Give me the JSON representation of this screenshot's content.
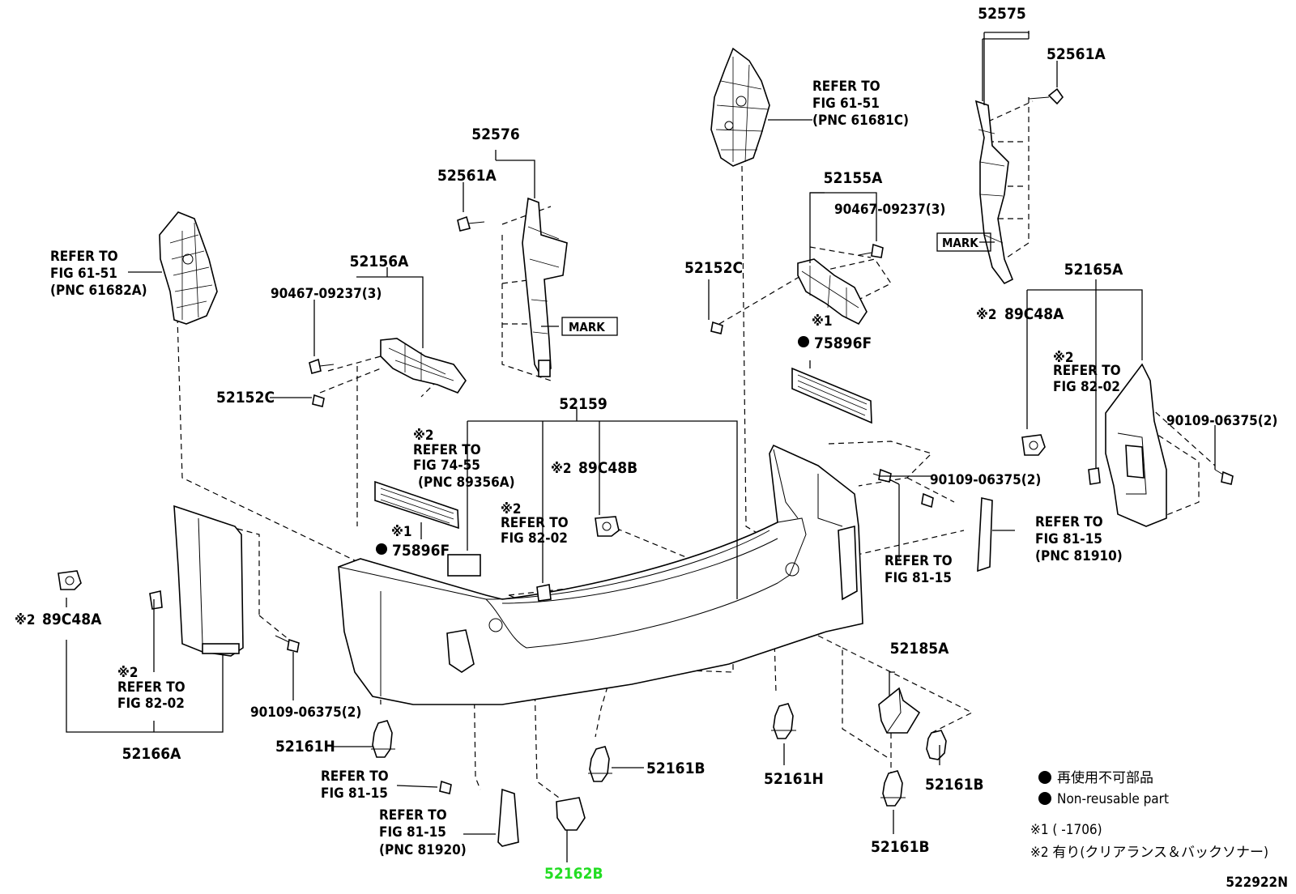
{
  "parts": {
    "p52575": "52575",
    "p52561A_r": "52561A",
    "p52576": "52576",
    "p52561A_l": "52561A",
    "p52156A": "52156A",
    "p90467_l": "90467-09237(3)",
    "p52152C_l": "52152C",
    "p52155A": "52155A",
    "p90467_r": "90467-09237(3)",
    "p52152C_r": "52152C",
    "p52165A": "52165A",
    "p89C48A_r": "89C48A",
    "p90109_r1": "90109-06375(2)",
    "p90109_r2": "90109-06375(2)",
    "p52159": "52159",
    "p89C48B": "89C48B",
    "p75896F_l": "75896F",
    "p75896F_r": "75896F",
    "p89C48A_l": "89C48A",
    "p90109_l": "90109-06375(2)",
    "p52166A": "52166A",
    "p52161H_l": "52161H",
    "p52161B_c": "52161B",
    "p52161H_r": "52161H",
    "p52185A": "52185A",
    "p52161B_r1": "52161B",
    "p52161B_r2": "52161B",
    "p52162B": "52162B",
    "mark1": "MARK",
    "mark2": "MARK",
    "diagram_id": "522922N"
  },
  "notes": {
    "sym1": "※1",
    "sym2": "※2",
    "refer_to": "REFER TO",
    "fig_61_51": "FIG 61-51",
    "pnc_61681C": "(PNC 61681C)",
    "pnc_61682A": "(PNC 61682A)",
    "fig_74_55": "FIG 74-55",
    "pnc_89356A": "(PNC 89356A)",
    "fig_82_02": "FIG 82-02",
    "fig_81_15": "FIG 81-15",
    "pnc_81910": "(PNC 81910)",
    "pnc_81920": "(PNC 81920)"
  },
  "legend": {
    "jp_nonreusable": "再使用不可部品",
    "en_nonreusable": "Non-reusable part",
    "note1": "※1 (    -1706)",
    "note2": "※2 有り(クリアランス＆バックソナー)"
  },
  "colors": {
    "line": "#000000",
    "highlight": "#22dd22",
    "background": "#ffffff"
  }
}
